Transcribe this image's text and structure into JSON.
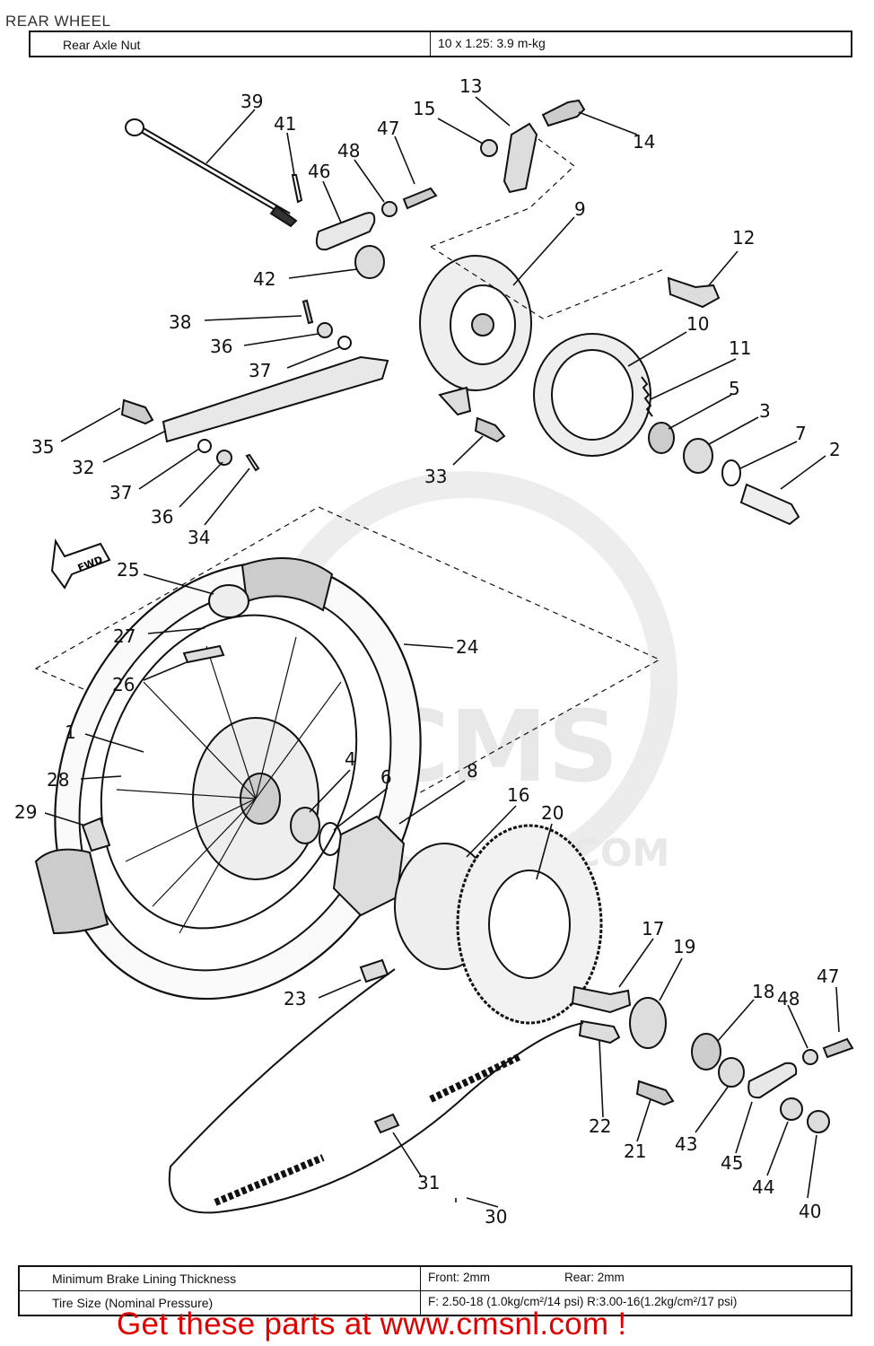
{
  "header": {
    "title": "REAR WHEEL"
  },
  "spec_top": {
    "label": "Rear Axle Nut",
    "value": "10 x 1.25: 3.9 m-kg"
  },
  "spec_bottom": {
    "brake_label": "Minimum Brake Lining Thickness",
    "front": "Front: 2mm",
    "rear": "Rear: 2mm",
    "tire_label": "Tire Size (Nominal Pressure)",
    "tire_value": "F: 2.50-18 (1.0kg/cm²/14 psi) R:3.00-16(1.2kg/cm²/17 psi)"
  },
  "watermark": {
    "text": "CMS",
    "domain": "NL.COM"
  },
  "arrow_badge": "FWD",
  "footer": "Get these parts at www.cmsnl.com !",
  "parts": [
    "39",
    "41",
    "46",
    "48",
    "47",
    "15",
    "13",
    "14",
    "9",
    "12",
    "42",
    "38",
    "36",
    "37",
    "10",
    "11",
    "5",
    "3",
    "7",
    "2",
    "35",
    "32",
    "33",
    "37",
    "36",
    "34",
    "25",
    "27",
    "24",
    "26",
    "1",
    "28",
    "4",
    "6",
    "8",
    "16",
    "20",
    "29",
    "17",
    "19",
    "23",
    "18",
    "48",
    "47",
    "22",
    "21",
    "43",
    "45",
    "44",
    "40",
    "31",
    "30"
  ]
}
